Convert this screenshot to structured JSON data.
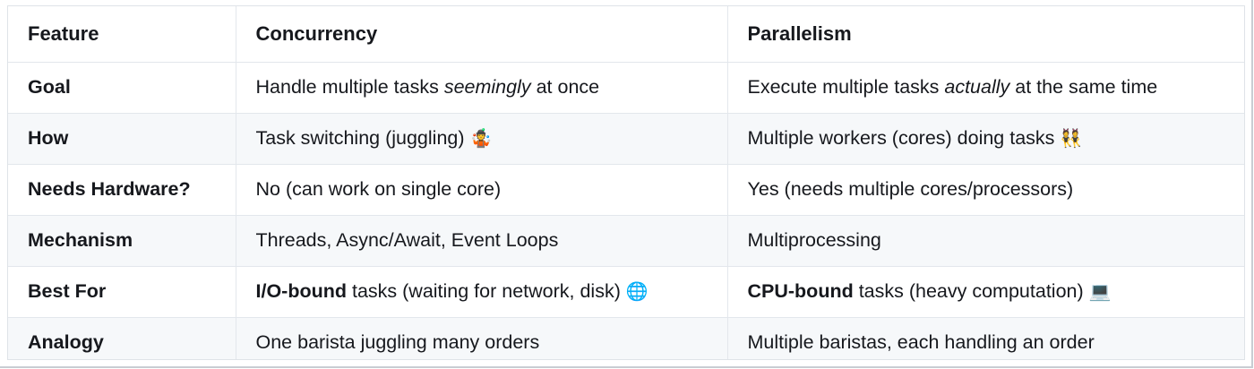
{
  "table": {
    "columns": [
      "Feature",
      "Concurrency",
      "Parallelism"
    ],
    "rows": [
      {
        "feature": "Goal",
        "concurrency": {
          "pre": "Handle multiple tasks ",
          "italic": "seemingly",
          "post": " at once",
          "emoji": ""
        },
        "parallelism": {
          "pre": "Execute multiple tasks ",
          "italic": "actually",
          "post": " at the same time",
          "emoji": ""
        }
      },
      {
        "feature": "How",
        "concurrency": {
          "pre": "Task switching (juggling) ",
          "italic": "",
          "post": "",
          "emoji": "🤹"
        },
        "parallelism": {
          "pre": "Multiple workers (cores) doing tasks ",
          "italic": "",
          "post": "",
          "emoji": "👯"
        }
      },
      {
        "feature": "Needs Hardware?",
        "concurrency": {
          "pre": "No (can work on single core)",
          "italic": "",
          "post": "",
          "emoji": ""
        },
        "parallelism": {
          "pre": "Yes (needs multiple cores/processors)",
          "italic": "",
          "post": "",
          "emoji": ""
        }
      },
      {
        "feature": "Mechanism",
        "concurrency": {
          "pre": "Threads, Async/Await, Event Loops",
          "italic": "",
          "post": "",
          "emoji": ""
        },
        "parallelism": {
          "pre": "Multiprocessing",
          "italic": "",
          "post": "",
          "emoji": ""
        }
      },
      {
        "feature": "Best For",
        "concurrency": {
          "bold": "I/O-bound",
          "pre": "",
          "italic": "",
          "post": " tasks (waiting for network, disk) ",
          "emoji": "🌐"
        },
        "parallelism": {
          "bold": "CPU-bound",
          "pre": "",
          "italic": "",
          "post": " tasks (heavy computation) ",
          "emoji": "💻"
        }
      },
      {
        "feature": "Analogy",
        "concurrency": {
          "pre": "One barista juggling many orders",
          "italic": "",
          "post": "",
          "emoji": ""
        },
        "parallelism": {
          "pre": "Multiple baristas, each handling an order",
          "italic": "",
          "post": "",
          "emoji": ""
        }
      }
    ]
  },
  "colors": {
    "text": "#16181d",
    "border": "#e3e7ec",
    "frame_border": "#c8cdd3",
    "stripe": "#f6f8fa",
    "background": "#ffffff"
  }
}
